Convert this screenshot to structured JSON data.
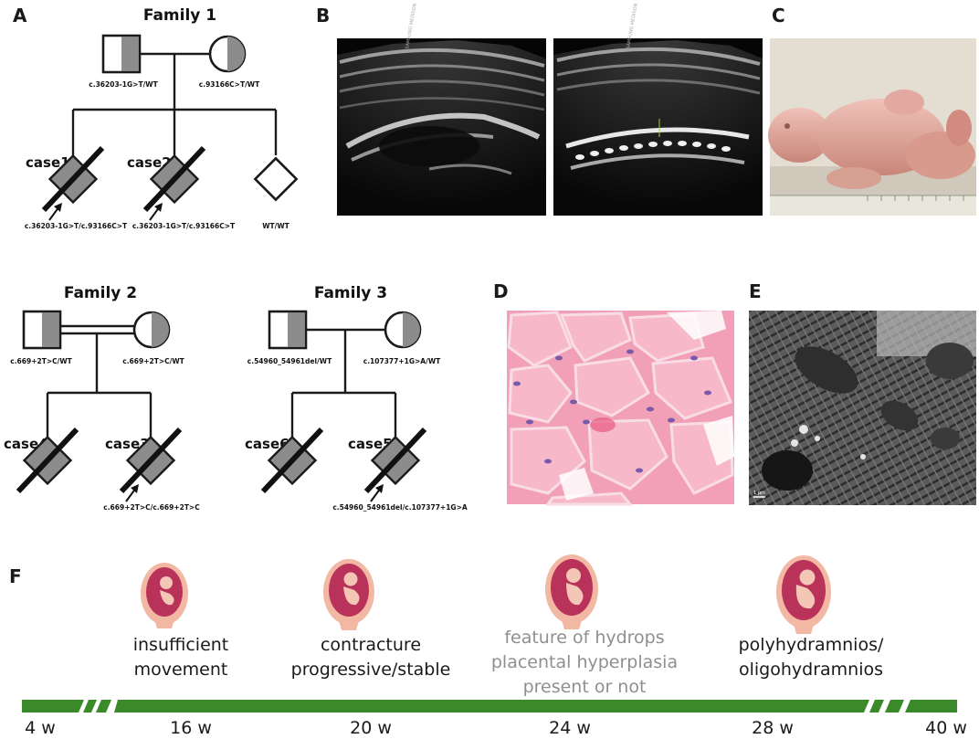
{
  "panels": {
    "a": "A",
    "b": "B",
    "c": "C",
    "d": "D",
    "e": "E",
    "f": "F"
  },
  "family1": {
    "title": "Family 1",
    "father_genotype": "c.36203-1G>T/WT",
    "mother_genotype": "c.93166C>T/WT",
    "case1_label": "case1",
    "case1_genotype": "c.36203-1G>T/c.93166C>T",
    "case2_label": "case2",
    "case2_genotype": "c.36203-1G>T/c.93166C>T",
    "sib_genotype": "WT/WT"
  },
  "family2": {
    "title": "Family 2",
    "father_genotype": "c.669+2T>C/WT",
    "mother_genotype": "c.669+2T>C/WT",
    "case4_label": "case4",
    "case3_label": "case3",
    "case3_genotype": "c.669+2T>C/c.669+2T>C"
  },
  "family3": {
    "title": "Family 3",
    "father_genotype": "c.54960_54961del/WT",
    "mother_genotype": "c.107377+1G>A/WT",
    "case6_label": "case6",
    "case5_label": "case5",
    "case5_genotype": "c.54960_54961del/c.107377+1G>A"
  },
  "images": {
    "ultrasound_watermark": "SAMSUNG MEDISON",
    "em_scale_bar": "1 μm"
  },
  "timeline": {
    "stages": [
      {
        "line1": "insufficient",
        "line2": "movement",
        "line3": ""
      },
      {
        "line1": "contracture",
        "line2": "progressive/stable",
        "line3": ""
      },
      {
        "line1": "feature of hydrops",
        "line2": "placental hyperplasia",
        "line3": "present or not"
      },
      {
        "line1": "polyhydramnios/",
        "line2": "oligohydramnios",
        "line3": ""
      }
    ],
    "weeks": [
      "4 w",
      "16 w",
      "20 w",
      "24 w",
      "28 w",
      "40 w"
    ],
    "colors": {
      "bar": "#3a8a2a",
      "uterus": "#f2b8a4",
      "fetus": "#b8325a",
      "grey_text": "#8f8f8f"
    }
  },
  "colors": {
    "carrier_fill": "#8c8c8c",
    "histology_bg": "#f2a0b8",
    "em_bg": "#555555"
  }
}
